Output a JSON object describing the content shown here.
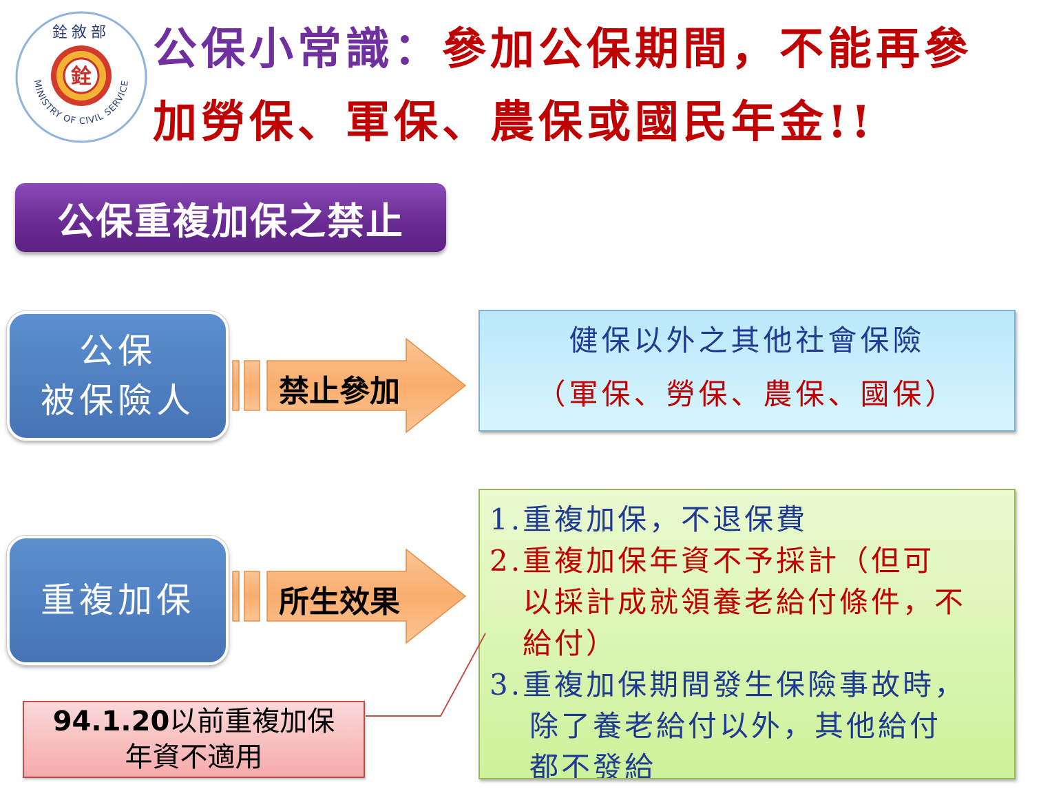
{
  "logo": {
    "top_text": "銓敘部",
    "center_char": "銓",
    "ring_text": "MINISTRY OF CIVIL SERVICE",
    "colors": {
      "ring": "#d23a2c",
      "fill": "#f2b233",
      "inner": "#c8322a"
    }
  },
  "title": {
    "part1": "公保小常識：",
    "part2": "參加公保期間，不能再參",
    "line2": "加勞保、軍保、農保或國民年金!!"
  },
  "section_header": "公保重複加保之禁止",
  "insured_box": {
    "line1": "公保",
    "line2": "被保險人"
  },
  "duplicate_box": "重複加保",
  "arrow_prohibit": "禁止參加",
  "arrow_effect": "所生效果",
  "other_insurance": {
    "line1": "健保以外之其他社會保險",
    "line2": "（軍保、勞保、農保、國保）"
  },
  "effects": {
    "item1": "1.重複加保，不退保費",
    "item2_lines": [
      "2.重複加保年資不予採計（但可",
      "以採計成就領養老給付條件，不",
      "給付）"
    ],
    "item3_lines": [
      "3.重複加保期間發生保險事故時，",
      "除了養老給付以外，其他給付",
      "都不發給"
    ]
  },
  "note": {
    "bold": "94.1.20",
    "rest_line1": "以前重複加保",
    "line2": "年資不適用"
  },
  "colors": {
    "title_purple": "#7030a0",
    "title_red": "#c00000",
    "header_purple": "#6a2c94",
    "box_blue": "#4f81bd",
    "arrow_orange": "#f9b27a",
    "text_navy": "#1f3a93"
  }
}
